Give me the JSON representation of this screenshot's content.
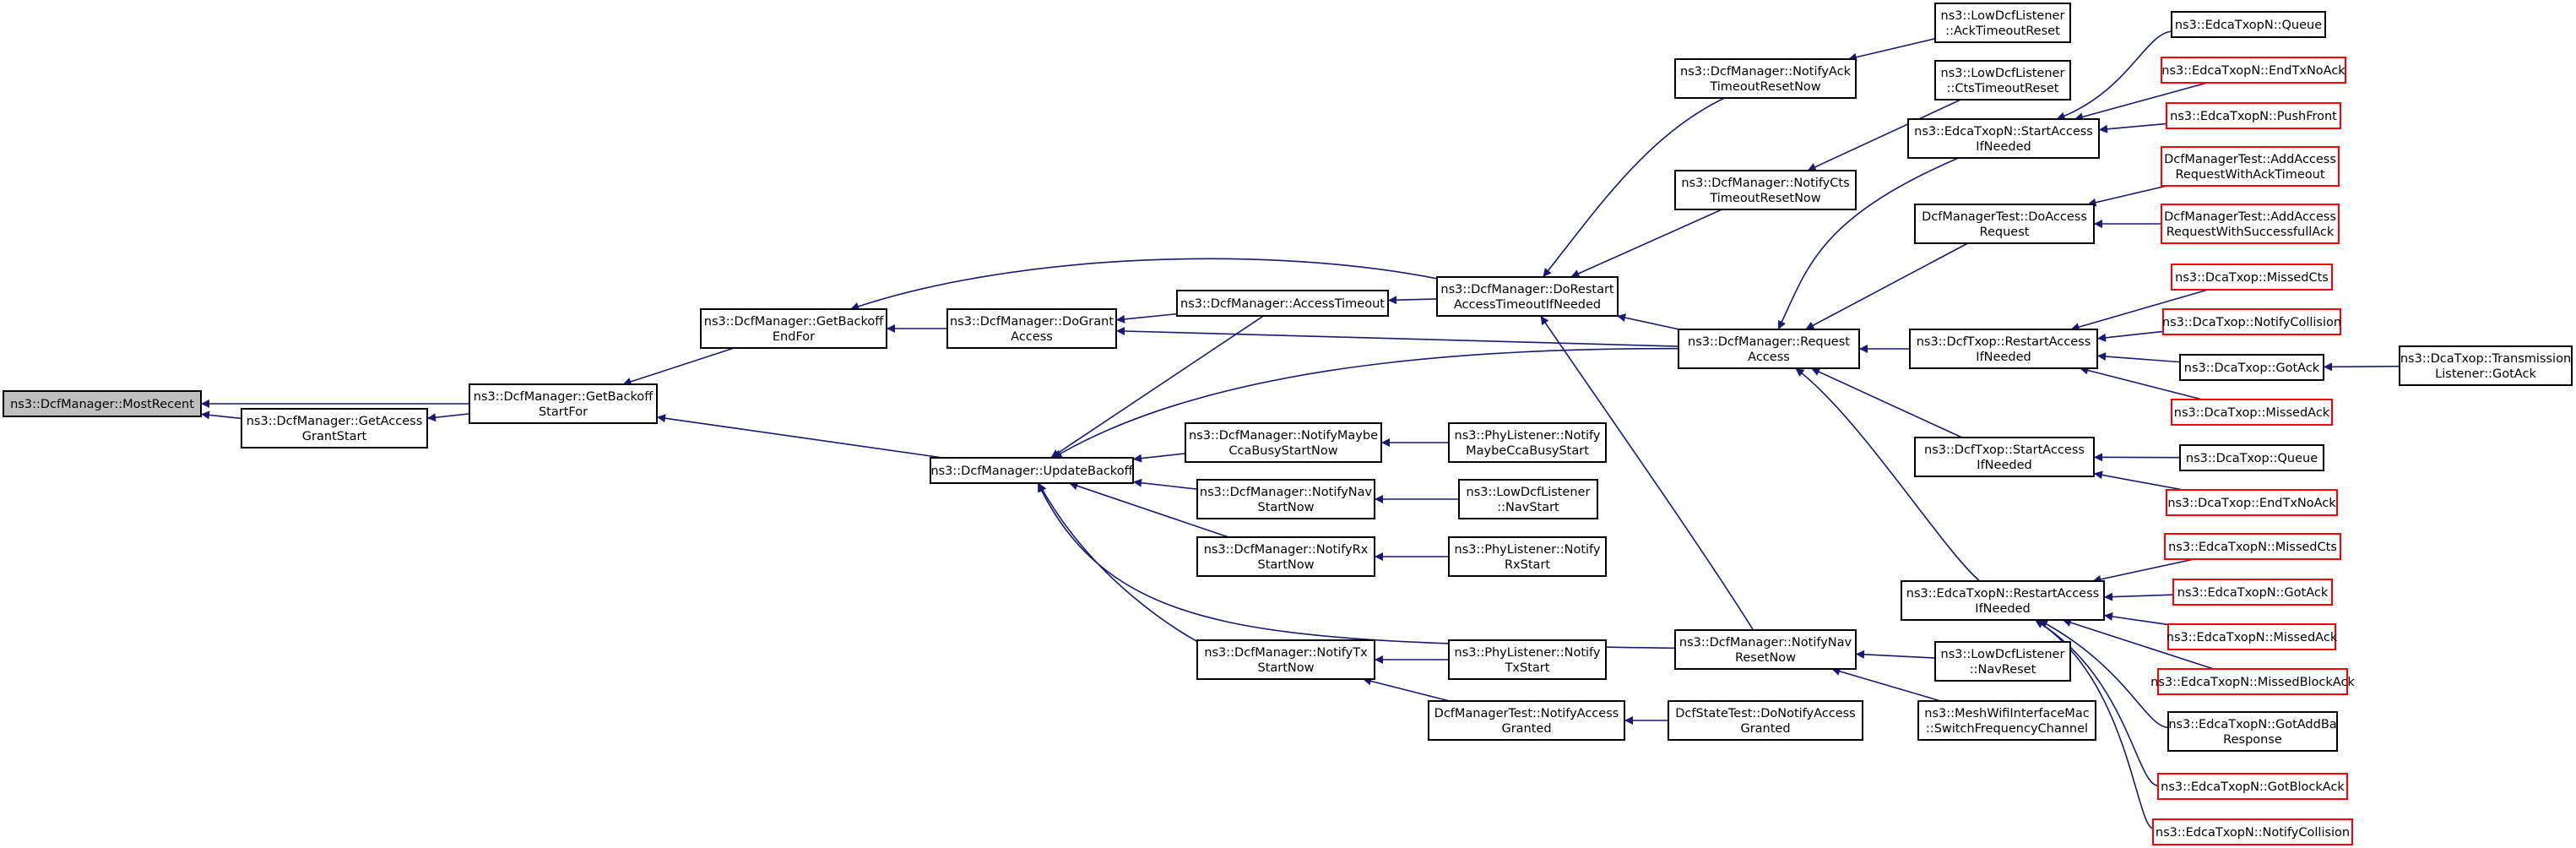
{
  "colors": {
    "edge": "#191970",
    "node_border": "#000000",
    "truncated_border": "#ff0000",
    "root_fill": "#bfbfbf",
    "node_fill": "#ffffff"
  },
  "nodes": [
    {
      "id": "root",
      "lines": [
        "ns3::DcfManager::MostRecent"
      ],
      "root": true
    },
    {
      "id": "gags",
      "lines": [
        "ns3::DcfManager::GetAccess",
        "GrantStart"
      ]
    },
    {
      "id": "gbsf",
      "lines": [
        "ns3::DcfManager::GetBackoff",
        "StartFor"
      ]
    },
    {
      "id": "gbef",
      "lines": [
        "ns3::DcfManager::GetBackoff",
        "EndFor"
      ]
    },
    {
      "id": "dga",
      "lines": [
        "ns3::DcfManager::DoGrant",
        "Access"
      ]
    },
    {
      "id": "at",
      "lines": [
        "ns3::DcfManager::AccessTimeout"
      ]
    },
    {
      "id": "drati",
      "lines": [
        "ns3::DcfManager::DoRestart",
        "AccessTimeoutIfNeeded"
      ]
    },
    {
      "id": "ub",
      "lines": [
        "ns3::DcfManager::UpdateBackoff"
      ]
    },
    {
      "id": "nmcb",
      "lines": [
        "ns3::DcfManager::NotifyMaybe",
        "CcaBusyStartNow"
      ]
    },
    {
      "id": "nnsn",
      "lines": [
        "ns3::DcfManager::NotifyNav",
        "StartNow"
      ]
    },
    {
      "id": "nrsn",
      "lines": [
        "ns3::DcfManager::NotifyRx",
        "StartNow"
      ]
    },
    {
      "id": "ntsn",
      "lines": [
        "ns3::DcfManager::NotifyTx",
        "StartNow"
      ]
    },
    {
      "id": "plmcb",
      "lines": [
        "ns3::PhyListener::Notify",
        "MaybeCcaBusyStart"
      ]
    },
    {
      "id": "ldns",
      "lines": [
        "ns3::LowDcfListener",
        "::NavStart"
      ]
    },
    {
      "id": "plrx",
      "lines": [
        "ns3::PhyListener::Notify",
        "RxStart"
      ]
    },
    {
      "id": "pltx",
      "lines": [
        "ns3::PhyListener::Notify",
        "TxStart"
      ]
    },
    {
      "id": "dmtnag",
      "lines": [
        "DcfManagerTest::NotifyAccess",
        "Granted"
      ]
    },
    {
      "id": "dstdna",
      "lines": [
        "DcfStateTest::DoNotifyAccess",
        "Granted"
      ]
    },
    {
      "id": "natr",
      "lines": [
        "ns3::DcfManager::NotifyAck",
        "TimeoutResetNow"
      ]
    },
    {
      "id": "nctr",
      "lines": [
        "ns3::DcfManager::NotifyCts",
        "TimeoutResetNow"
      ]
    },
    {
      "id": "ldatr",
      "lines": [
        "ns3::LowDcfListener",
        "::AckTimeoutReset"
      ]
    },
    {
      "id": "ldctr",
      "lines": [
        "ns3::LowDcfListener",
        "::CtsTimeoutReset"
      ]
    },
    {
      "id": "ra",
      "lines": [
        "ns3::DcfManager::Request",
        "Access"
      ]
    },
    {
      "id": "nnrn",
      "lines": [
        "ns3::DcfManager::NotifyNav",
        "ResetNow"
      ]
    },
    {
      "id": "ldnr",
      "lines": [
        "ns3::LowDcfListener",
        "::NavReset"
      ]
    },
    {
      "id": "mwsfc",
      "lines": [
        "ns3::MeshWifiInterfaceMac",
        "::SwitchFrequencyChannel"
      ]
    },
    {
      "id": "esai",
      "lines": [
        "ns3::EdcaTxopN::StartAccess",
        "IfNeeded"
      ]
    },
    {
      "id": "dmtdar",
      "lines": [
        "DcfManagerTest::DoAccess",
        "Request"
      ]
    },
    {
      "id": "dtrai",
      "lines": [
        "ns3::DcfTxop::RestartAccess",
        "IfNeeded"
      ]
    },
    {
      "id": "dtsai",
      "lines": [
        "ns3::DcfTxop::StartAccess",
        "IfNeeded"
      ]
    },
    {
      "id": "erai",
      "lines": [
        "ns3::EdcaTxopN::RestartAccess",
        "IfNeeded"
      ]
    },
    {
      "id": "eq",
      "lines": [
        "ns3::EdcaTxopN::Queue"
      ]
    },
    {
      "id": "eetna",
      "lines": [
        "ns3::EdcaTxopN::EndTxNoAck"
      ],
      "truncated": true
    },
    {
      "id": "epf",
      "lines": [
        "ns3::EdcaTxopN::PushFront"
      ],
      "truncated": true
    },
    {
      "id": "dmtarwat",
      "lines": [
        "DcfManagerTest::AddAccess",
        "RequestWithAckTimeout"
      ],
      "truncated": true
    },
    {
      "id": "dmtarwsa",
      "lines": [
        "DcfManagerTest::AddAccess",
        "RequestWithSuccessfullAck"
      ],
      "truncated": true
    },
    {
      "id": "dtmc",
      "lines": [
        "ns3::DcaTxop::MissedCts"
      ],
      "truncated": true
    },
    {
      "id": "dtnc",
      "lines": [
        "ns3::DcaTxop::NotifyCollision"
      ],
      "truncated": true
    },
    {
      "id": "dtga",
      "lines": [
        "ns3::DcaTxop::GotAck"
      ]
    },
    {
      "id": "dtma",
      "lines": [
        "ns3::DcaTxop::MissedAck"
      ],
      "truncated": true
    },
    {
      "id": "dttlga",
      "lines": [
        "ns3::DcaTxop::Transmission",
        "Listener::GotAck"
      ]
    },
    {
      "id": "dtq",
      "lines": [
        "ns3::DcaTxop::Queue"
      ]
    },
    {
      "id": "dtetna",
      "lines": [
        "ns3::DcaTxop::EndTxNoAck"
      ],
      "truncated": true
    },
    {
      "id": "emc",
      "lines": [
        "ns3::EdcaTxopN::MissedCts"
      ],
      "truncated": true
    },
    {
      "id": "ega",
      "lines": [
        "ns3::EdcaTxopN::GotAck"
      ],
      "truncated": true
    },
    {
      "id": "ema",
      "lines": [
        "ns3::EdcaTxopN::MissedAck"
      ],
      "truncated": true
    },
    {
      "id": "emba",
      "lines": [
        "ns3::EdcaTxopN::MissedBlockAck"
      ],
      "truncated": true
    },
    {
      "id": "egab",
      "lines": [
        "ns3::EdcaTxopN::GotAddBa",
        "Response"
      ]
    },
    {
      "id": "egba",
      "lines": [
        "ns3::EdcaTxopN::GotBlockAck"
      ],
      "truncated": true
    },
    {
      "id": "enc",
      "lines": [
        "ns3::EdcaTxopN::NotifyCollision"
      ],
      "truncated": true
    }
  ],
  "edges": [
    [
      "gags",
      "root"
    ],
    [
      "gbsf",
      "root"
    ],
    [
      "gbsf",
      "gags"
    ],
    [
      "gbef",
      "gbsf"
    ],
    [
      "ub",
      "gbsf"
    ],
    [
      "dga",
      "gbef"
    ],
    [
      "drati",
      "gbef"
    ],
    [
      "at",
      "dga"
    ],
    [
      "ra",
      "dga"
    ],
    [
      "drati",
      "at"
    ],
    [
      "at",
      "ub"
    ],
    [
      "ra",
      "ub"
    ],
    [
      "nmcb",
      "ub"
    ],
    [
      "nnsn",
      "ub"
    ],
    [
      "nrsn",
      "ub"
    ],
    [
      "ntsn",
      "ub"
    ],
    [
      "nnrn",
      "ub"
    ],
    [
      "natr",
      "drati"
    ],
    [
      "nctr",
      "drati"
    ],
    [
      "ra",
      "drati"
    ],
    [
      "nnrn",
      "drati"
    ],
    [
      "plmcb",
      "nmcb"
    ],
    [
      "ldns",
      "nnsn"
    ],
    [
      "plrx",
      "nrsn"
    ],
    [
      "pltx",
      "ntsn"
    ],
    [
      "dmtnag",
      "ntsn"
    ],
    [
      "dstdna",
      "dmtnag"
    ],
    [
      "ldatr",
      "natr"
    ],
    [
      "ldctr",
      "nctr"
    ],
    [
      "esai",
      "ra"
    ],
    [
      "dmtdar",
      "ra"
    ],
    [
      "dtrai",
      "ra"
    ],
    [
      "dtsai",
      "ra"
    ],
    [
      "erai",
      "ra"
    ],
    [
      "ldnr",
      "nnrn"
    ],
    [
      "mwsfc",
      "nnrn"
    ],
    [
      "eq",
      "esai"
    ],
    [
      "eetna",
      "esai"
    ],
    [
      "epf",
      "esai"
    ],
    [
      "dmtarwat",
      "dmtdar"
    ],
    [
      "dmtarwsa",
      "dmtdar"
    ],
    [
      "dtmc",
      "dtrai"
    ],
    [
      "dtnc",
      "dtrai"
    ],
    [
      "dtga",
      "dtrai"
    ],
    [
      "dtma",
      "dtrai"
    ],
    [
      "dttlga",
      "dtga"
    ],
    [
      "dtq",
      "dtsai"
    ],
    [
      "dtetna",
      "dtsai"
    ],
    [
      "emc",
      "erai"
    ],
    [
      "ega",
      "erai"
    ],
    [
      "ema",
      "erai"
    ],
    [
      "emba",
      "erai"
    ],
    [
      "egab",
      "erai"
    ],
    [
      "egba",
      "erai"
    ],
    [
      "enc",
      "erai"
    ]
  ]
}
